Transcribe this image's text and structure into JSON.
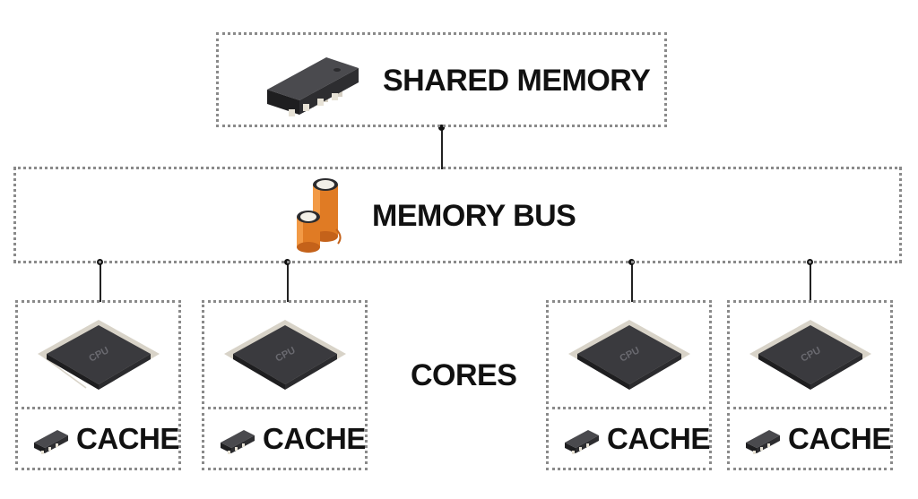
{
  "shared_memory": {
    "label": "SHARED MEMORY",
    "icon": "memory-chip-icon"
  },
  "memory_bus": {
    "label": "MEMORY BUS",
    "icon": "capacitor-icon",
    "accent_color": "#e07b24"
  },
  "cores": {
    "label": "CORES",
    "icon": "cpu-chip-icon",
    "chip_text": "CPU"
  },
  "core_units": [
    {
      "cache_label": "CACHE"
    },
    {
      "cache_label": "CACHE"
    },
    {
      "cache_label": "CACHE"
    },
    {
      "cache_label": "CACHE"
    }
  ],
  "colors": {
    "border": "#8a8a8a",
    "chip_body": "#2b2b2e",
    "pins": "#d8d3c8"
  }
}
